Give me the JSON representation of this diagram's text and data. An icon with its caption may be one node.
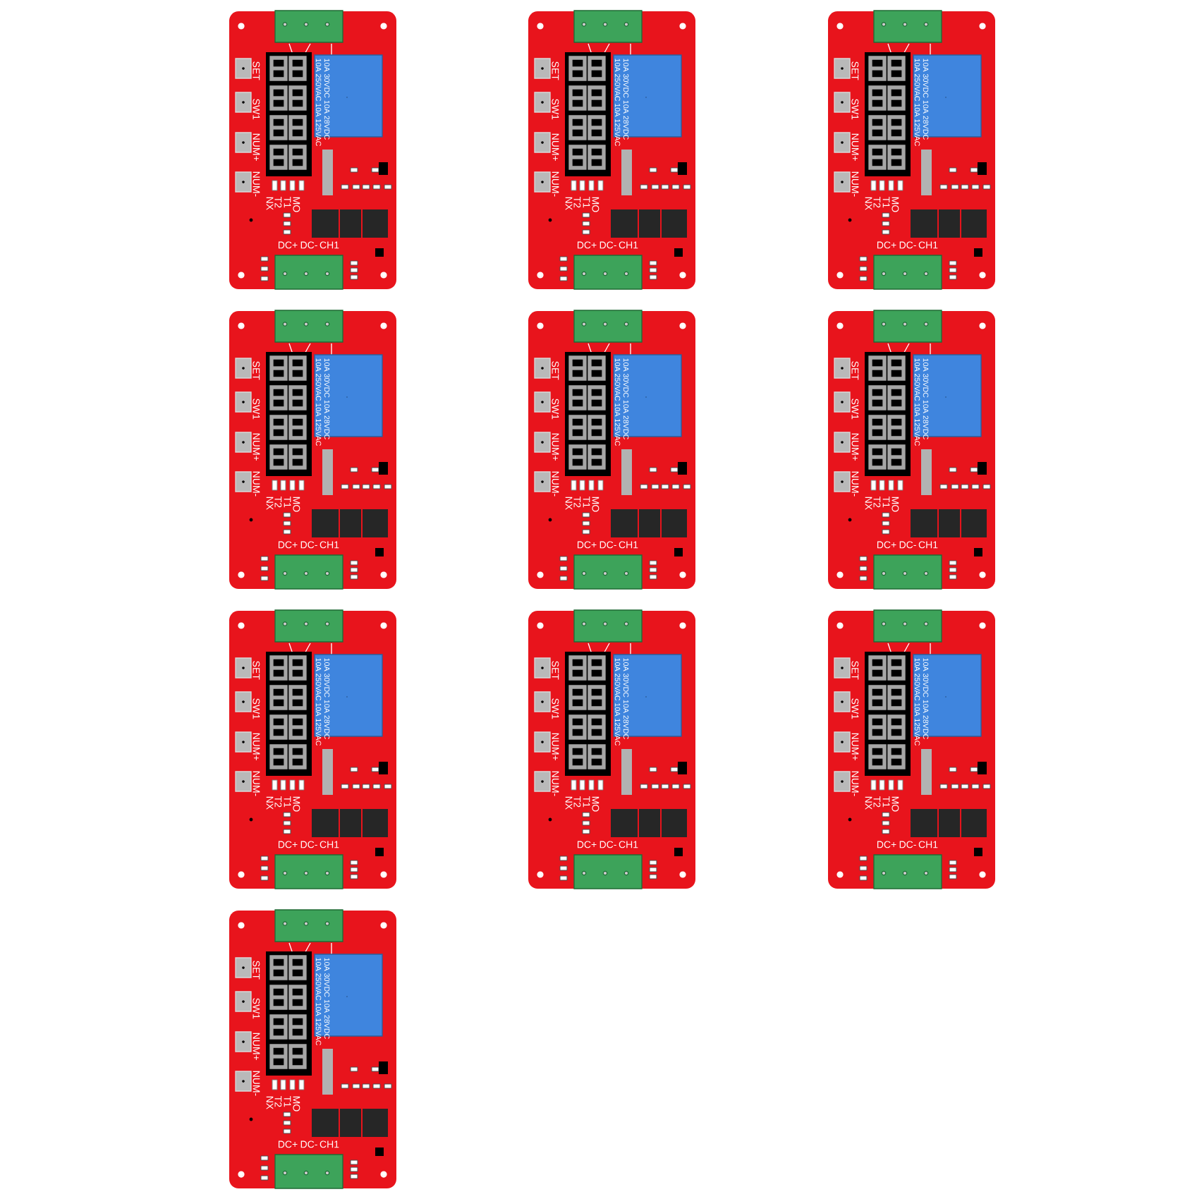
{
  "diagram": {
    "labels": [
      "SET",
      "10A 250VAC 10A 125VAC",
      "10A 30VDC 10A 28VDC",
      "SW1",
      "NUM+",
      "NUM-",
      "NX",
      "T2",
      "T1",
      "MO",
      "DC+",
      "DC-",
      "CH1",
      "SET",
      "10A 250VAC 10A 125VAC",
      "10A 30VDC 10A 28VDC",
      "SW1",
      "NUM+",
      "NUM-",
      "NX",
      "T2",
      "T1",
      "MO",
      "DC+",
      "DC-",
      "CH1",
      "SET",
      "10A 250VAC 10A 125VAC",
      "10A 30VDC 10A 28VDC",
      "SW1",
      "NUM+",
      "NUM-",
      "NX",
      "T2",
      "T1",
      "MO",
      "DC+",
      "DC-",
      "CH1",
      "SET",
      "10A 250VAC 10A 125VAC",
      "10A 30VDC 10A 28VDC",
      "SW1",
      "NUM+",
      "NUM-",
      "NX",
      "T2",
      "T1",
      "MO",
      "DC+",
      "DC-",
      "CH1",
      "SET",
      "10A 250VAC 10A 125VAC",
      "10A 30VDC 10A 28VDC",
      "SW1",
      "NUM+",
      "NUM-",
      "NX",
      "T2",
      "T1",
      "MO",
      "DC+",
      "DC-",
      "CH1",
      "SET",
      "10A 250VAC 10A 125VAC",
      "10A 30VDC 10A 28VDC",
      "SW1",
      "NUM+",
      "NUM-",
      "NX",
      "T2",
      "T1",
      "MO",
      "DC+",
      "DC-",
      "CH1",
      "SET",
      "10A 250VAC 10A 125VAC",
      "10A 30VDC 10A 28VDC",
      "SW1",
      "NUM+",
      "NUM-",
      "NX",
      "T2",
      "T1",
      "MO",
      "DC+",
      "DC-",
      "CH1",
      "SET",
      "10A 250VAC 10A 125VAC",
      "10A 30VDC 10A 28VDC",
      "SW1",
      "NUM+",
      "NUM-",
      "NX",
      "T2",
      "T1",
      "MO",
      "DC+",
      "DC-",
      "CH1",
      "SET",
      "10A 250VAC 10A 125VAC",
      "10A 30VDC 10A 28VDC",
      "SW1",
      "NUM+",
      "NUM-",
      "NX",
      "T2",
      "T1",
      "MO",
      "DC+",
      "DC-",
      "CH1",
      "SET",
      "10A 250VAC 10A 125VAC",
      "10A 30VDC 10A 28VDC",
      "SW1",
      "NUM+",
      "NUM-",
      "NX",
      "T2",
      "T1",
      "MO",
      "DC+",
      "DC-",
      "CH1"
    ]
  }
}
